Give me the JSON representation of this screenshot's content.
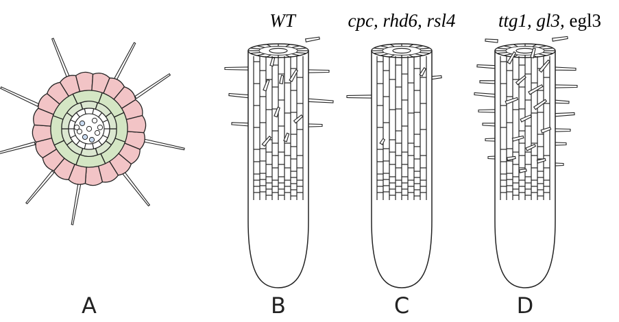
{
  "genotypes": {
    "b": "WT",
    "c": "cpc, rhd6, rsl4",
    "d": {
      "part1": "ttg1, gl3,",
      "part2": " egl3"
    }
  },
  "panels": {
    "a": "A",
    "b": "B",
    "c": "C",
    "d": "D"
  },
  "colors": {
    "epidermis": "#f2c4c6",
    "cortex": "#d4e6c4",
    "endodermis": "#dbe7d0",
    "stele_cell": "#c8daf0",
    "line": "#222222"
  }
}
